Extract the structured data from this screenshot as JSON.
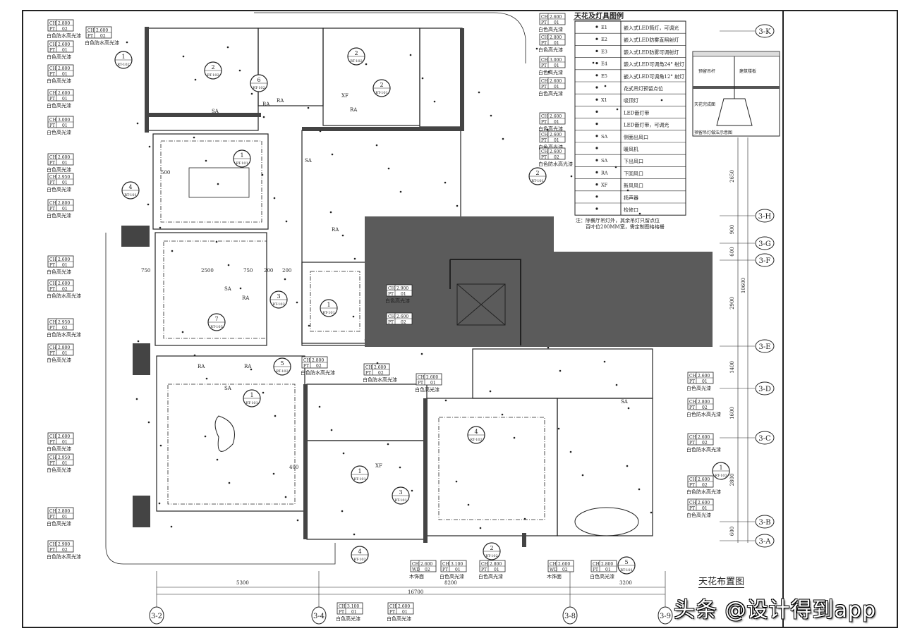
{
  "drawing_title": "天花布置图",
  "watermark": "头条 @设计得到app",
  "colors": {
    "line": "#222222",
    "core_fill": "#5b5b5b",
    "wall": "#444444"
  },
  "legend": {
    "title": "天花及灯具图例",
    "items": [
      {
        "code": "E1",
        "label": "嵌入式LED筒灯，可调光"
      },
      {
        "code": "E2",
        "label": "嵌入式LED防雾直照射灯"
      },
      {
        "code": "E3",
        "label": "嵌入式LED防雾可调射灯"
      },
      {
        "code": "E4",
        "label": "嵌入式LED可调角24° 射灯"
      },
      {
        "code": "E5",
        "label": "嵌入式LED可调角12° 射灯"
      },
      {
        "code": "",
        "label": "花式吊灯预留点位"
      },
      {
        "code": "X1",
        "label": "吸顶灯"
      },
      {
        "code": "",
        "label": "LED嵌灯带"
      },
      {
        "code": "",
        "label": "LED嵌灯带，可调光"
      },
      {
        "code": "SA",
        "label": "侧面出风口"
      },
      {
        "code": "",
        "label": "暖风机"
      },
      {
        "code": "SA",
        "label": "下出风口"
      },
      {
        "code": "RA",
        "label": "下回风口"
      },
      {
        "code": "XF",
        "label": "新风风口"
      },
      {
        "code": "",
        "label": "扬声器"
      },
      {
        "code": "",
        "label": "检修口"
      }
    ],
    "note_line1": "注：除餐厅吊灯外，其余吊灯只留点位",
    "note_line2": "百叶位200MM宽，需定制图格格栅"
  },
  "section_detail": {
    "label1": "建筑楼板",
    "label2": "预留吊杆",
    "label3": "天花完成面",
    "caption": "预留吊灯做法示意图"
  },
  "axes_right": [
    "3-K",
    "3-H",
    "3-G",
    "3-F",
    "3-E",
    "3-D",
    "3-C",
    "3-B",
    "3-A"
  ],
  "dims_right": [
    "2650",
    "900",
    "600",
    "2900",
    "1400",
    "1600",
    "2800",
    "600"
  ],
  "dim_right_total": "10600",
  "axes_bottom": [
    "3-2",
    "3-4",
    "3-8",
    "3-9"
  ],
  "dims_bottom": [
    "5300",
    "8200",
    "3200"
  ],
  "dim_bottom_total": "16700",
  "room_dims": [
    "750",
    "2500",
    "750",
    "200",
    "500",
    "400",
    "200"
  ],
  "tags": [
    {
      "ch": "2.800",
      "k": "PT",
      "v": "02",
      "f": "白色防水高光漆"
    },
    {
      "ch": "2.600",
      "k": "PT",
      "v": "02",
      "f": "白色防水高光漆"
    },
    {
      "ch": "2.600",
      "k": "PT",
      "v": "01",
      "f": "白色高光漆"
    },
    {
      "ch": "2.800",
      "k": "PT",
      "v": "01",
      "f": "白色高光漆"
    },
    {
      "ch": "2.600",
      "k": "PT",
      "v": "01",
      "f": "白色高光漆"
    },
    {
      "ch": "3.000",
      "k": "PT",
      "v": "01",
      "f": "白色高光漆"
    },
    {
      "ch": "2.600",
      "k": "PT",
      "v": "01",
      "f": "白色高光漆"
    },
    {
      "ch": "2.950",
      "k": "PT",
      "v": "01",
      "f": "白色高光漆"
    },
    {
      "ch": "2.800",
      "k": "PT",
      "v": "01",
      "f": "白色高光漆"
    },
    {
      "ch": "2.600",
      "k": "PT",
      "v": "01",
      "f": "白色高光漆"
    },
    {
      "ch": "2.600",
      "k": "PT",
      "v": "02",
      "f": "白色防水高光漆"
    },
    {
      "ch": "2.950",
      "k": "PT",
      "v": "02",
      "f": "白色防水高光漆"
    },
    {
      "ch": "2.800",
      "k": "PT",
      "v": "01",
      "f": "白色高光漆"
    },
    {
      "ch": "2.600",
      "k": "PT",
      "v": "01",
      "f": "白色高光漆"
    },
    {
      "ch": "2.950",
      "k": "PT",
      "v": "01",
      "f": "白色高光漆"
    },
    {
      "ch": "2.800",
      "k": "PT",
      "v": "01",
      "f": "白色高光漆"
    },
    {
      "ch": "2.900",
      "k": "PT",
      "v": "02",
      "f": "白色防水高光漆"
    },
    {
      "ch": "2.600",
      "k": "PT",
      "v": "01",
      "f": "白色高光漆"
    },
    {
      "ch": "2.800",
      "k": "PT",
      "v": "01",
      "f": "白色高光漆"
    },
    {
      "ch": "3.000",
      "k": "PT",
      "v": "01",
      "f": "白色高光漆"
    },
    {
      "ch": "2.600",
      "k": "PT",
      "v": "01",
      "f": "白色高光漆"
    },
    {
      "ch": "2.600",
      "k": "PT",
      "v": "01",
      "f": "白色高光漆"
    },
    {
      "ch": "2.600",
      "k": "PT",
      "v": "01",
      "f": "白色高光漆"
    },
    {
      "ch": "2.600",
      "k": "PT",
      "v": "02",
      "f": "白色防水高光漆"
    },
    {
      "ch": "2.600",
      "k": "PT",
      "v": "01",
      "f": "白色高光漆"
    },
    {
      "ch": "2.800",
      "k": "PT",
      "v": "02",
      "f": "白色防水高光漆"
    },
    {
      "ch": "2.600",
      "k": "PT",
      "v": "02",
      "f": "白色防水高光漆"
    },
    {
      "ch": "2.600",
      "k": "PT",
      "v": "02",
      "f": "白色防水高光漆"
    },
    {
      "ch": "2.600",
      "k": "PT",
      "v": "01",
      "f": "白色高光漆"
    },
    {
      "ch": "2.900",
      "k": "PT",
      "v": "01",
      "f": "白色高光漆"
    },
    {
      "ch": "2.600",
      "k": "PT",
      "v": "02",
      "f": ""
    },
    {
      "ch": "2.800",
      "k": "PT",
      "v": "02",
      "f": "白色防水高光漆"
    },
    {
      "ch": "2.600",
      "k": "PT",
      "v": "02",
      "f": "白色防水高光漆"
    },
    {
      "ch": "2.600",
      "k": "PT",
      "v": "01",
      "f": "白色高光漆"
    },
    {
      "ch": "2.600",
      "k": "WD",
      "v": "02",
      "f": "木饰面"
    },
    {
      "ch": "3.100",
      "k": "PT",
      "v": "01",
      "f": "白色高光漆"
    },
    {
      "ch": "2.800",
      "k": "PT",
      "v": "01",
      "f": "白色高光漆"
    },
    {
      "ch": "2.600",
      "k": "WD",
      "v": "02",
      "f": "木饰面"
    },
    {
      "ch": "2.800",
      "k": "PT",
      "v": "01",
      "f": "白色高光漆"
    },
    {
      "ch": "3.100",
      "k": "PT",
      "v": "01",
      "f": "白色高光漆"
    },
    {
      "ch": "2.600",
      "k": "PT",
      "v": "01",
      "f": "白色高光漆"
    }
  ],
  "callouts": [
    {
      "n": "1",
      "ref": "RT-102"
    },
    {
      "n": "2",
      "ref": "RT-102"
    },
    {
      "n": "2",
      "ref": "RT-102"
    },
    {
      "n": "2",
      "ref": "RT-101"
    },
    {
      "n": "1",
      "ref": "RT-101"
    },
    {
      "n": "4",
      "ref": "RT-101"
    },
    {
      "n": "2",
      "ref": "RT-101"
    },
    {
      "n": "3",
      "ref": "RT-102"
    },
    {
      "n": "1",
      "ref": "RT-101"
    },
    {
      "n": "1",
      "ref": "RT-101"
    },
    {
      "n": "5",
      "ref": "RT-102"
    },
    {
      "n": "1",
      "ref": "RT-101"
    },
    {
      "n": "4",
      "ref": "RT-102"
    },
    {
      "n": "3",
      "ref": "RT-101"
    },
    {
      "n": "1",
      "ref": "RT-103"
    },
    {
      "n": "7",
      "ref": "RT-103"
    },
    {
      "n": "4",
      "ref": "RT-102"
    },
    {
      "n": "2",
      "ref": "RT-102"
    },
    {
      "n": "5",
      "ref": "RT-101"
    },
    {
      "n": "6",
      "ref": "RT-102"
    }
  ],
  "vent_labels": [
    "SA",
    "RA",
    "XF"
  ]
}
